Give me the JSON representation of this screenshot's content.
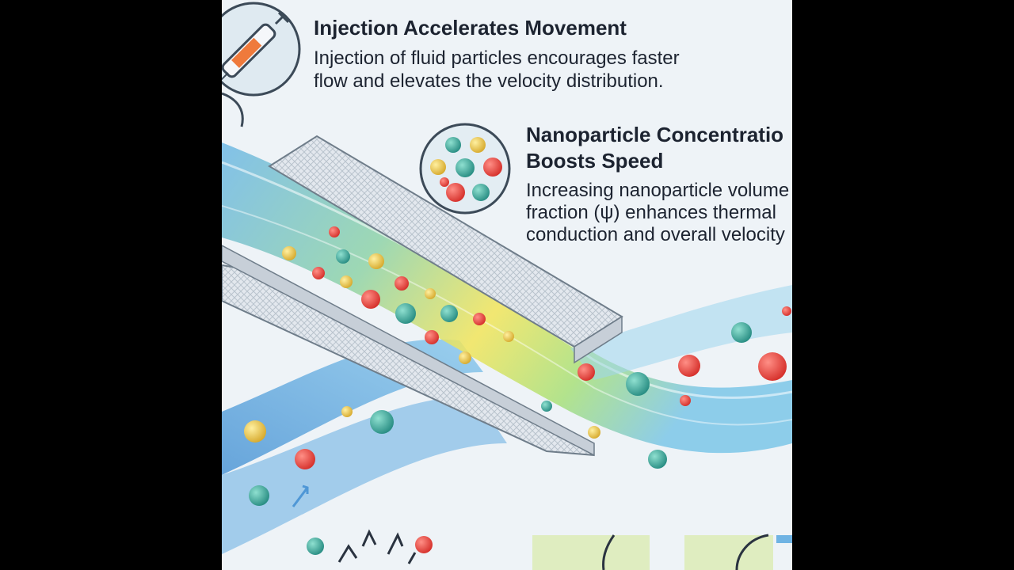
{
  "sections": {
    "injection": {
      "heading": "Injection Accelerates Movement",
      "body_line1": "Injection of fluid particles encourages faster",
      "body_line2": "flow and elevates the velocity distribution."
    },
    "nanoparticle": {
      "heading_line1": "Nanoparticle Concentratio",
      "heading_line2": "Boosts Speed",
      "body_line1": "Increasing nanoparticle volume",
      "body_line2": "fraction (ψ) enhances thermal",
      "body_line3": "conduction and overall velocity"
    }
  },
  "icons": [
    "syringe-icon",
    "nanoparticle-cluster-icon"
  ],
  "colors": {
    "background": "#eef3f7",
    "particle_red": "#e5413b",
    "particle_teal": "#3aa89a",
    "particle_yellow": "#e9c54a",
    "flow_blue": "#5aa9de",
    "flow_yellow": "#f2e55a"
  }
}
